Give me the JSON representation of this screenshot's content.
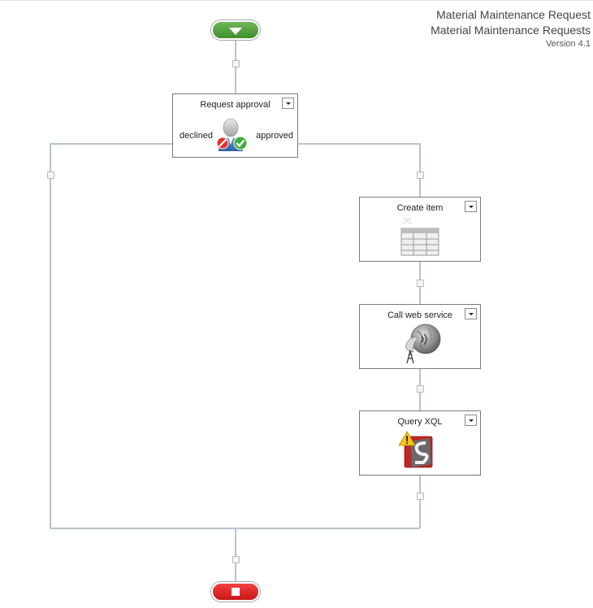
{
  "header": {
    "title1": "Material Maintenance Request",
    "title2": "Material Maintenance Requests",
    "version": "Version 4.1"
  },
  "actions": {
    "request_approval": {
      "label": "Request approval",
      "icon": "approval-user-icon"
    },
    "create_item": {
      "label": "Create item",
      "icon": "list-item-icon"
    },
    "call_web_service": {
      "label": "Call web service",
      "icon": "satellite-globe-icon"
    },
    "query_xql": {
      "label": "Query XQL",
      "icon": "xql-warning-icon"
    }
  },
  "branches": {
    "declined": "declined",
    "approved": "approved"
  },
  "colors": {
    "start": "#4f9e3a",
    "end": "#e02424",
    "line": "#b7c3cc",
    "box_border": "#7a7a7a"
  }
}
